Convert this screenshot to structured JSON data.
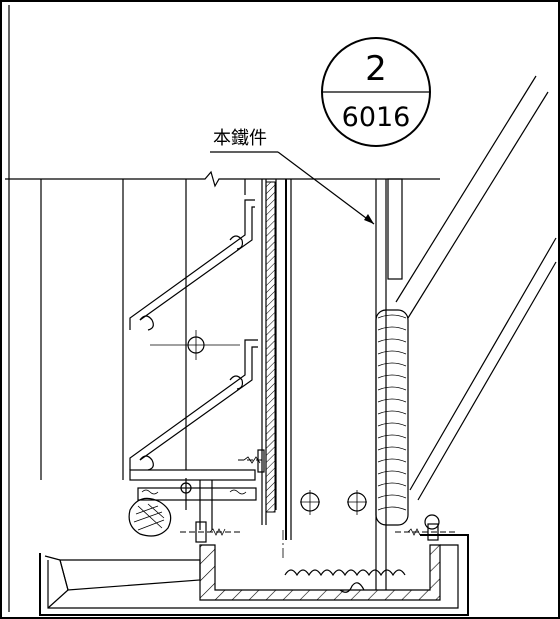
{
  "detail_bubble": {
    "number": "2",
    "sheet": "6016"
  },
  "labels": {
    "part_name": "本鐵件"
  }
}
